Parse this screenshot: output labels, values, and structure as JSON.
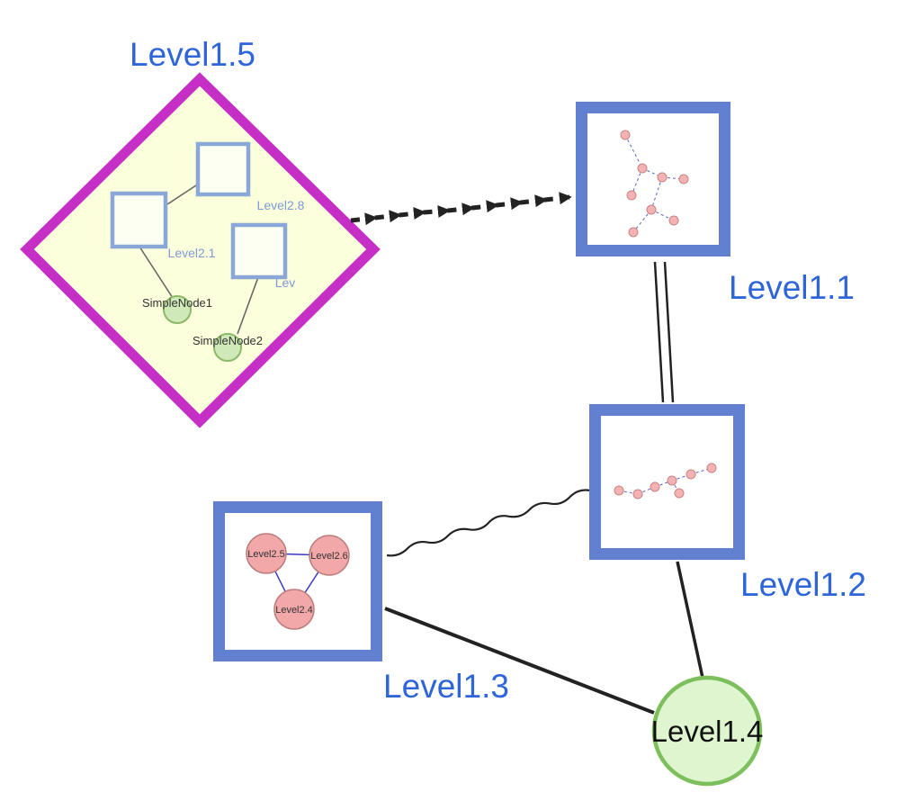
{
  "colors": {
    "label_blue": "#2e66d9",
    "diamond_magenta": "#c62fc6",
    "diamond_fill": "#fbffdc",
    "group_border_blue": "#6180d0",
    "inner_square_blue": "#8aa7d8",
    "green_fill": "#def5cf",
    "green_stroke": "#7cbf5c",
    "pink_fill": "#f2a8a8",
    "edge_black": "#222222",
    "dashed_mini_edge_blue": "#5560c8"
  },
  "nodes": {
    "level15": {
      "label": "Level1.5",
      "shape": "diamond-group"
    },
    "level11": {
      "label": "Level1.1",
      "shape": "square-group"
    },
    "level12": {
      "label": "Level1.2",
      "shape": "square-group"
    },
    "level13": {
      "label": "Level1.3",
      "shape": "square-group"
    },
    "level14": {
      "label": "Level1.4",
      "shape": "circle"
    }
  },
  "level15_children": {
    "square_top": {
      "label": "Level2.8",
      "shape": "square"
    },
    "square_left": {
      "label": "Level2.1",
      "shape": "square"
    },
    "square_right": {
      "label": "Lev",
      "shape": "square"
    },
    "node1": {
      "label": "SimpleNode1",
      "shape": "circle"
    },
    "node2": {
      "label": "SimpleNode2",
      "shape": "circle"
    }
  },
  "level13_children": {
    "left": {
      "label": "Level2.5",
      "shape": "circle"
    },
    "right": {
      "label": "Level2.6",
      "shape": "circle"
    },
    "bottom": {
      "label": "Level2.4",
      "shape": "circle"
    }
  },
  "edges": [
    {
      "from": "Level1.5",
      "to": "Level1.1",
      "style": "dashed-arrow-chain"
    },
    {
      "from": "Level1.1",
      "to": "Level1.2",
      "style": "double-line"
    },
    {
      "from": "Level1.3",
      "to": "Level1.2",
      "style": "wavy"
    },
    {
      "from": "Level1.2",
      "to": "Level1.4",
      "style": "solid"
    },
    {
      "from": "Level1.3",
      "to": "Level1.4",
      "style": "solid"
    },
    {
      "from": "Level2.1",
      "to": "Level2.8",
      "style": "solid"
    },
    {
      "from": "Level2.1",
      "to": "SimpleNode1",
      "style": "solid"
    },
    {
      "from": "Lev",
      "to": "SimpleNode2",
      "style": "solid"
    },
    {
      "from": "Level2.5",
      "to": "Level2.6",
      "style": "solid"
    },
    {
      "from": "Level2.5",
      "to": "Level2.4",
      "style": "solid"
    },
    {
      "from": "Level2.6",
      "to": "Level2.4",
      "style": "solid"
    }
  ]
}
